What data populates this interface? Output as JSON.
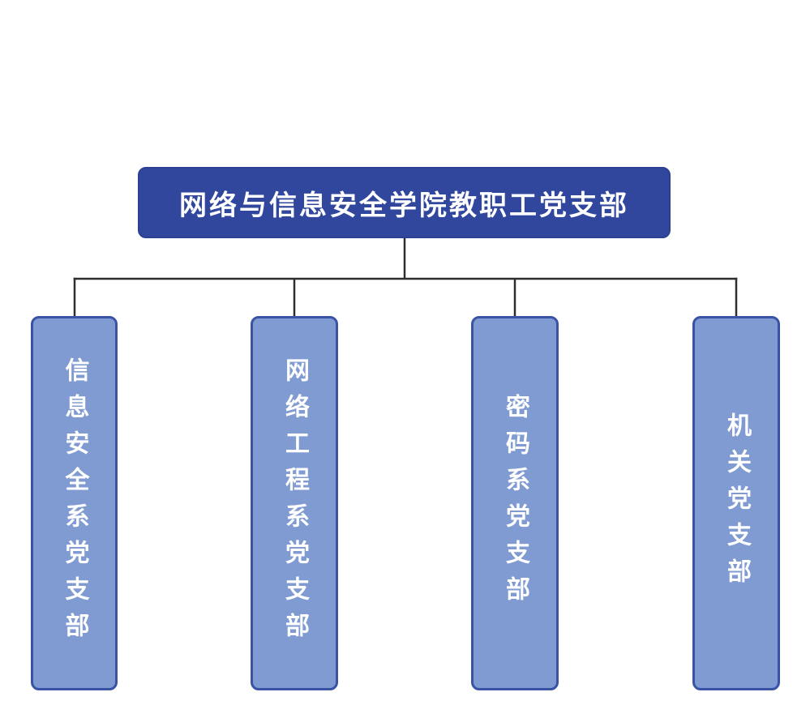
{
  "diagram": {
    "type": "org-chart",
    "root": {
      "label": "网络与信息安全学院教职工党支部"
    },
    "children": [
      {
        "label": "信息安全系党支部"
      },
      {
        "label": "网络工程系党支部"
      },
      {
        "label": "密码系党支部"
      },
      {
        "label": "机关党支部"
      }
    ],
    "colors": {
      "root_fill": "#31479E",
      "root_border": "#2B3F93",
      "child_fill": "#7F9BD2",
      "child_border": "#3A53A4",
      "text": "#FFFFFF",
      "connector": "#2E2E2E",
      "background": "#FFFFFF"
    }
  }
}
